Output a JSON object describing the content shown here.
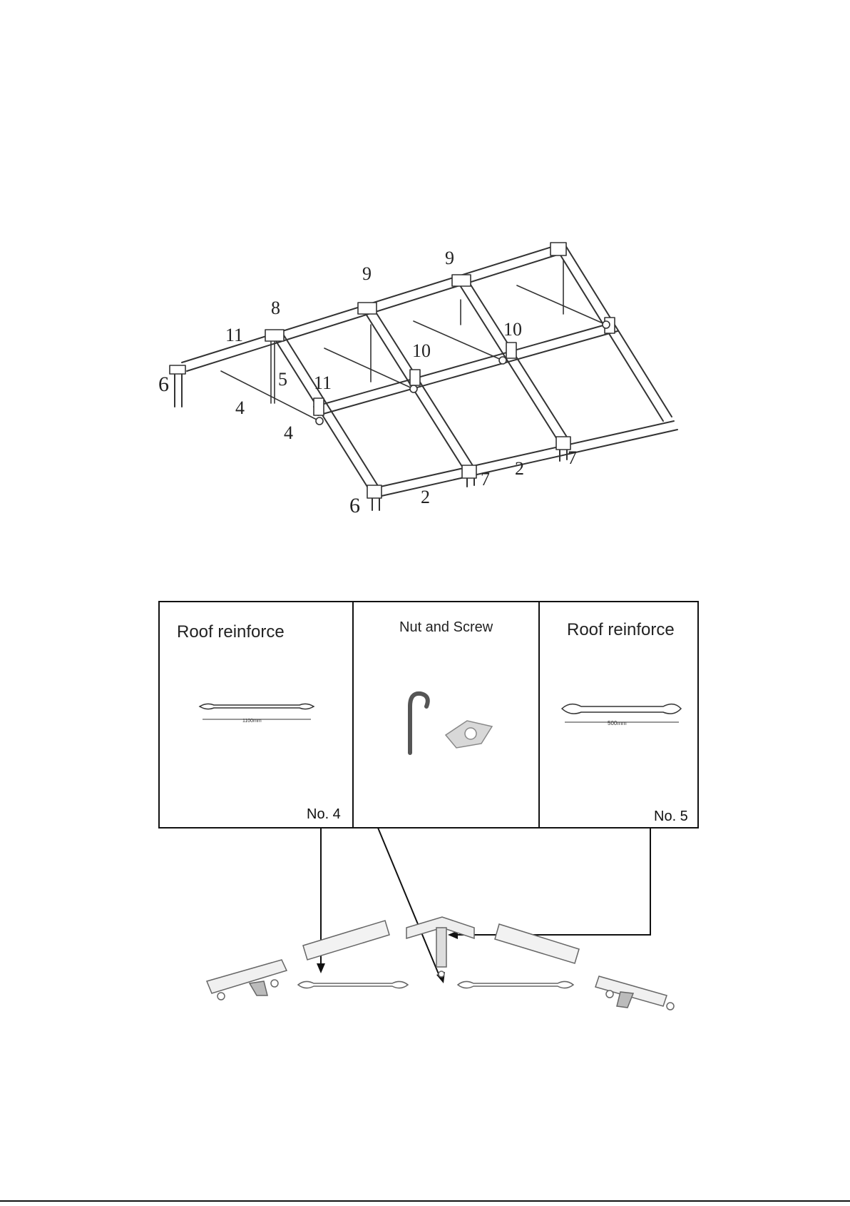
{
  "frame_labels": {
    "l6a": "6",
    "l6b": "6",
    "l11a": "11",
    "l11b": "11",
    "l8": "8",
    "l9a": "9",
    "l9b": "9",
    "l10a": "10",
    "l10b": "10",
    "l5": "5",
    "l4a": "4",
    "l4b": "4",
    "l2a": "2",
    "l2b": "2",
    "l7a": "7",
    "l7b": "7"
  },
  "panels": [
    {
      "title": "Roof reinforce",
      "number": "No. 4",
      "dimension": "1100mm"
    },
    {
      "title": "Nut and Screw"
    },
    {
      "title": "Roof reinforce",
      "number": "No. 5",
      "dimension": "500mm"
    }
  ]
}
